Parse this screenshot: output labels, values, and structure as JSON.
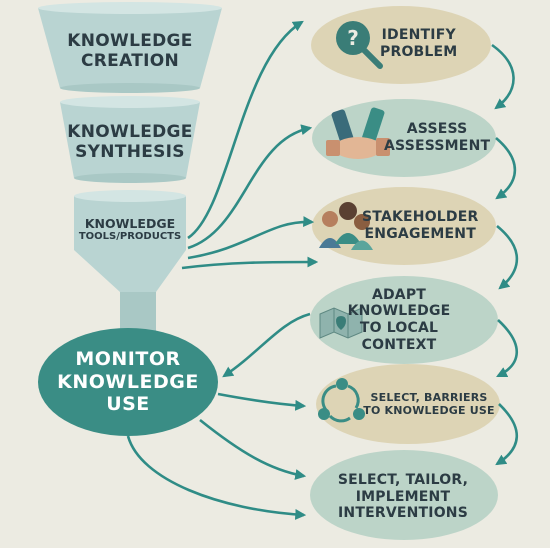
{
  "funnel": {
    "creation": "KNOWLEDGE\nCREATION",
    "synthesis": "KNOWLEDGE\nSYNTHESIS",
    "tools_line1": "KNOWLEDGE",
    "tools_line2": "TOOLS/PRODUCTS"
  },
  "monitor": "MONITOR\nKNOWLEDGE\nUSE",
  "cycle": [
    {
      "label": "IDENTIFY\nPROBLEM",
      "icon": "question-magnifier-icon"
    },
    {
      "label": "ASSESS\nASSESSMENT",
      "icon": "handshake-icon"
    },
    {
      "label": "STAKEHOLDER\nENGAGEMENT",
      "icon": "people-group-icon"
    },
    {
      "label": "ADAPT KNOWLEDGE\nTO LOCAL\nCONTEXT",
      "icon": "map-icon"
    },
    {
      "label": "SELECT, BARRIERS\nTO KNOWLEDGE USE",
      "icon": "cycle-arrows-icon"
    },
    {
      "label": "SELECT, TAILOR,\nIMPLEMENT\nINTERVENTIONS",
      "icon": ""
    }
  ],
  "colors": {
    "background": "#ecebe2",
    "funnel_fill": "#b9d4d2",
    "funnel_rim": "#d3e5e3",
    "monitor_fill": "#3a8d85",
    "arrow": "#2f8c86",
    "oval_sand": "#ddd4b5",
    "oval_teal": "#bcd4c8",
    "text_dark": "#2c3c44"
  }
}
